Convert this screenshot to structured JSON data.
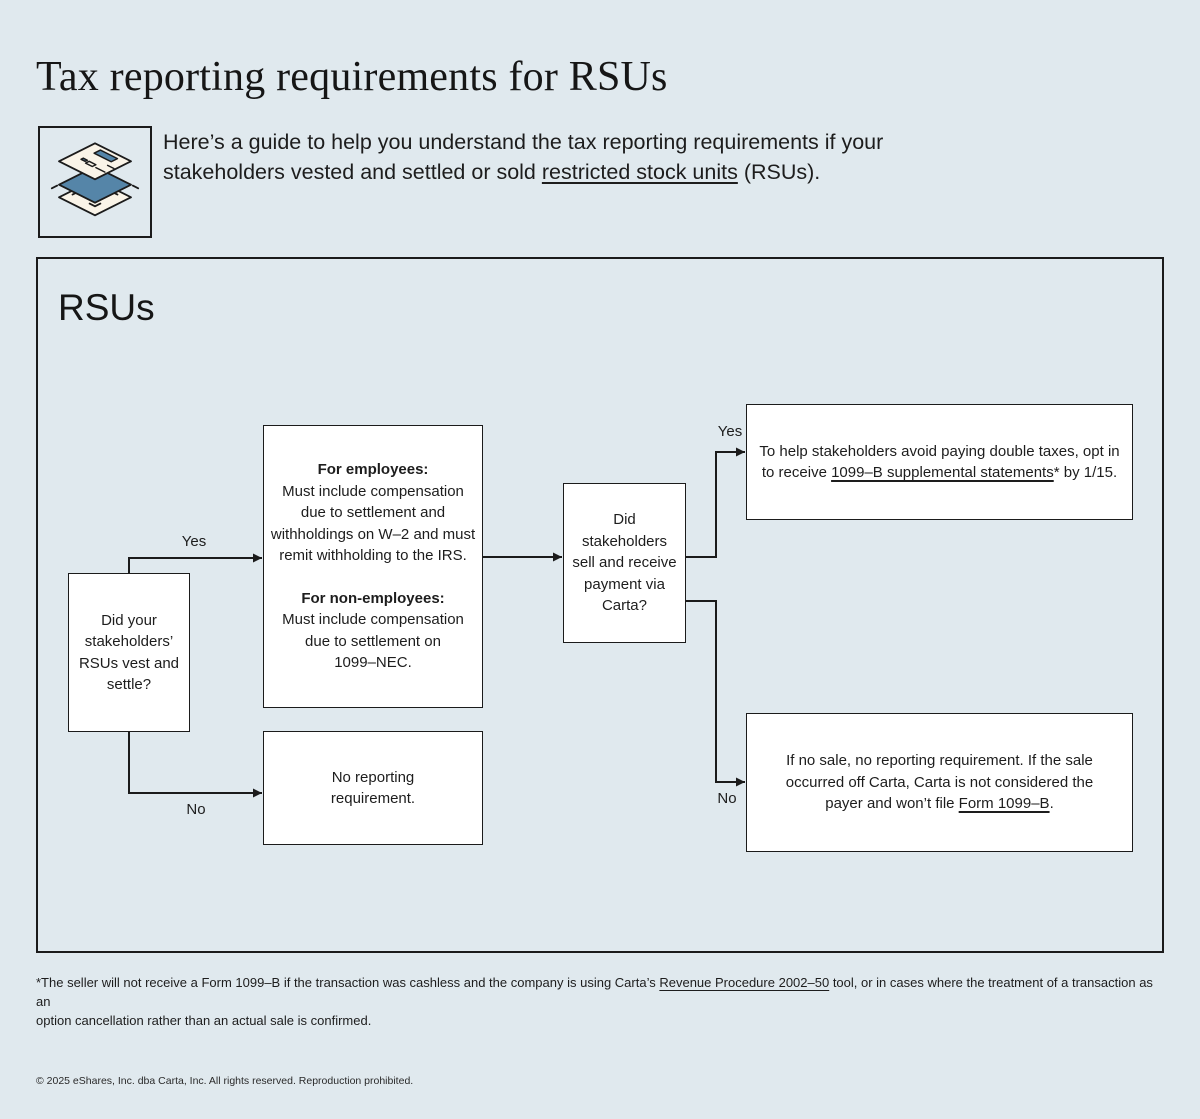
{
  "theme": {
    "background": "#e0e9ee",
    "ink": "#1b1b1b",
    "node_background": "#ffffff",
    "icon_blue": "#5585a8",
    "icon_cream": "#faf4e8"
  },
  "header": {
    "title": "Tax reporting requirements for RSUs",
    "icon": "stacked-documents-icon",
    "intro_before": "Here’s a guide to help you understand the tax reporting requirements if your\nstakeholders vested and settled or sold ",
    "intro_link": "restricted stock units",
    "intro_after": " (RSUs)."
  },
  "flowchart": {
    "heading": "RSUs",
    "vest_question": "Did your\nstakeholders’\nRSUs vest and\nsettle?",
    "employees_heading": "For employees:",
    "employees_body": "Must include compensation\ndue to settlement and\nwithholdings on W–2 and must\nremit withholding to the IRS.",
    "non_employees_heading": "For non-employees:",
    "non_employees_body": "Must include compensation\ndue to settlement on\n1099–NEC.",
    "sell_question": "Did\nstakeholders\nsell and receive\npayment via\nCarta?",
    "opt_in_before": "To help stakeholders avoid paying double taxes, opt in\nto receive ",
    "opt_in_link": "1099–B supplemental statements",
    "opt_in_after": "* by 1/15.",
    "no_reporting": "No reporting\nrequirement.",
    "no_sale_before": "If no sale, no reporting requirement. If the sale\noccurred off Carta, Carta is not considered the\npayer and won’t file ",
    "no_sale_link": "Form 1099–B",
    "no_sale_after": ".",
    "labels": {
      "vest_yes": "Yes",
      "vest_no": "No",
      "sell_yes": "Yes",
      "sell_no": "No"
    }
  },
  "footnote": {
    "before": "*The seller will not receive a Form 1099–B if the transaction was cashless and the company is using Carta’s ",
    "link": "Revenue Procedure 2002–50",
    "after": " tool, or in cases where the treatment of a transaction as an\noption cancellation rather than an actual sale is confirmed."
  },
  "copyright": "© 2025 eShares, Inc. dba Carta, Inc. All rights reserved. Reproduction prohibited."
}
